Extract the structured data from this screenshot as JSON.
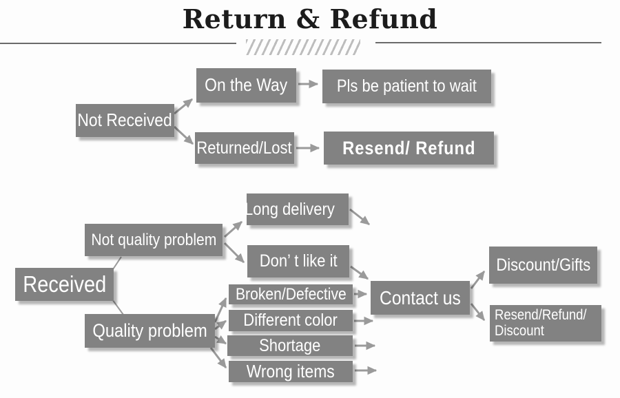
{
  "title": "Return & Refund",
  "colors": {
    "box": "#828282",
    "box_text": "#ffffff",
    "arrow": "#9a9a9a",
    "title_text": "#1c1c1c",
    "rule": "#6b6b6b",
    "hatch": "#bdbdbd"
  },
  "nodes": {
    "not_received": {
      "label": "Not Received"
    },
    "on_the_way": {
      "label": "On the Way"
    },
    "pls_wait": {
      "label": "Pls be patient to wait"
    },
    "returned_lost": {
      "label": "Returned/Lost"
    },
    "resend_refund": {
      "label": "Resend/ Refund"
    },
    "received": {
      "label": "Received"
    },
    "not_quality_problem": {
      "label": "Not quality problem"
    },
    "long_delivery": {
      "label": "Long delivery"
    },
    "dont_like_it": {
      "label": "Don’ t like it"
    },
    "quality_problem": {
      "label": "Quality problem"
    },
    "broken_defective": {
      "label": "Broken/Defective"
    },
    "different_color": {
      "label": "Different color"
    },
    "shortage": {
      "label": "Shortage"
    },
    "wrong_items": {
      "label": "Wrong items"
    },
    "contact_us": {
      "label": "Contact us"
    },
    "discount_gifts": {
      "label": "Discount/Gifts"
    },
    "resend_refund_discount": {
      "label": "Resend/Refund/\nDiscount"
    }
  }
}
